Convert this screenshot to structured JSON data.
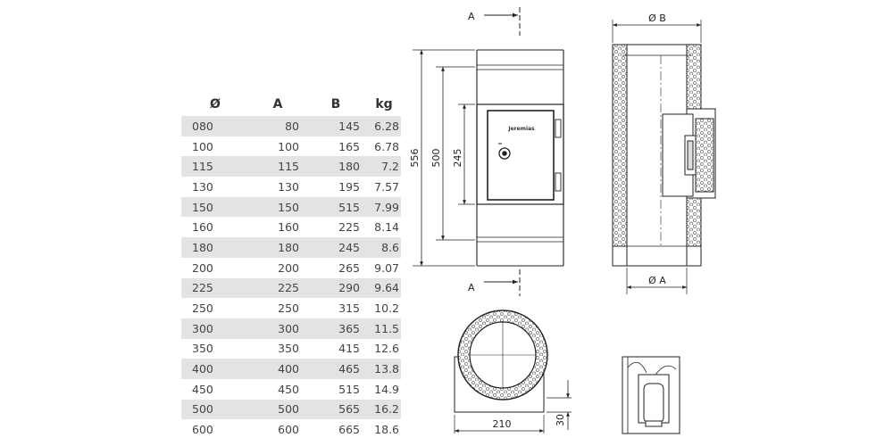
{
  "table": {
    "headers": [
      "Ø",
      "A",
      "B",
      "kg"
    ],
    "rows": [
      [
        "080",
        "80",
        "145",
        "6.28"
      ],
      [
        "100",
        "100",
        "165",
        "6.78"
      ],
      [
        "115",
        "115",
        "180",
        "7.2"
      ],
      [
        "130",
        "130",
        "195",
        "7.57"
      ],
      [
        "150",
        "150",
        "515",
        "7.99"
      ],
      [
        "160",
        "160",
        "225",
        "8.14"
      ],
      [
        "180",
        "180",
        "245",
        "8.6"
      ],
      [
        "200",
        "200",
        "265",
        "9.07"
      ],
      [
        "225",
        "225",
        "290",
        "9.64"
      ],
      [
        "250",
        "250",
        "315",
        "10.2"
      ],
      [
        "300",
        "300",
        "365",
        "11.5"
      ],
      [
        "350",
        "350",
        "415",
        "12.6"
      ],
      [
        "400",
        "400",
        "465",
        "13.8"
      ],
      [
        "450",
        "450",
        "515",
        "14.9"
      ],
      [
        "500",
        "500",
        "565",
        "16.2"
      ],
      [
        "600",
        "600",
        "665",
        "18.6"
      ]
    ]
  },
  "drawing": {
    "section_label_top": "A",
    "section_label_bottom": "A",
    "dim_total_height": "556",
    "dim_body_height": "500",
    "dim_door_height": "245",
    "dim_outer_diameter": "Ø B",
    "dim_inner_diameter": "Ø A",
    "dim_base_width": "210",
    "dim_base_offset": "30",
    "door_brand": "Jeremias"
  }
}
